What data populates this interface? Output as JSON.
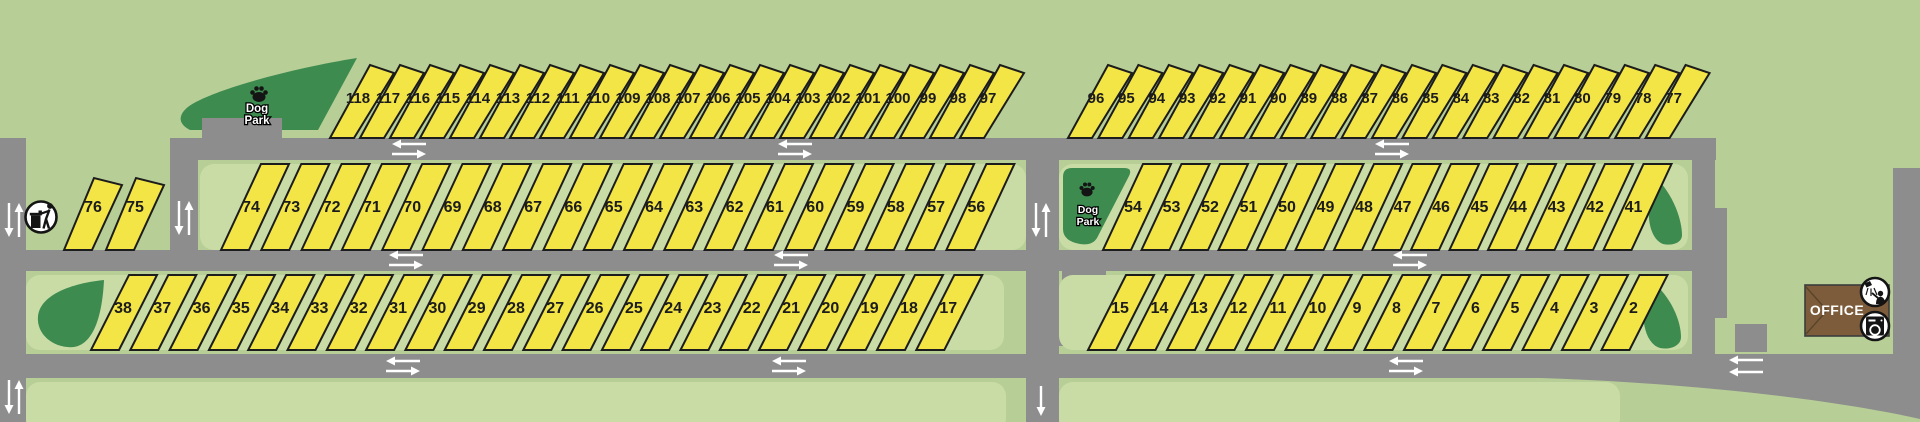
{
  "colors": {
    "bg": "#b7cf96",
    "block": "#c9dca6",
    "green-dark": "#3e8b50",
    "road": "#8d8d8d",
    "site-yellow": "#f3e545",
    "ink": "#1c1c1c",
    "office-brown": "#7d5c3b",
    "office-roof-line": "#5a4429",
    "arrow-white": "#ffffff"
  },
  "labels": {
    "dog_park_top": [
      "Dog",
      "Park"
    ],
    "dog_park_right": [
      "Dog",
      "Park"
    ],
    "office": "OFFICE"
  },
  "icons": {
    "dog_park": "paw-print-icon",
    "left_road_amenity": "litter-disposal-icon",
    "office_upper": "shower-icon",
    "office_lower": "laundry-icon",
    "roads": "traffic-direction-arrows"
  },
  "site_groups": {
    "top_left": {
      "numbers": [
        118,
        117,
        116,
        115,
        114,
        113,
        112,
        111,
        110,
        109,
        108,
        107,
        106,
        105,
        104,
        103,
        102,
        101,
        100,
        99,
        98,
        97
      ]
    },
    "top_right": {
      "numbers": [
        96,
        95,
        94,
        93,
        92,
        91,
        90,
        89,
        88,
        87,
        86,
        85,
        84,
        83,
        82,
        81,
        80,
        79,
        78,
        77
      ]
    },
    "middle_standalone": {
      "numbers": [
        76,
        75
      ]
    },
    "middle_left": {
      "numbers": [
        74,
        73,
        72,
        71,
        70,
        69,
        68,
        67,
        66,
        65,
        64,
        63,
        62,
        61,
        60,
        59,
        58,
        57,
        56
      ]
    },
    "middle_right": {
      "numbers": [
        54,
        53,
        52,
        51,
        50,
        49,
        48,
        47,
        46,
        45,
        44,
        43,
        42,
        41
      ]
    },
    "bottom_left": {
      "numbers": [
        38,
        37,
        36,
        35,
        34,
        33,
        32,
        31,
        30,
        29,
        28,
        27,
        26,
        25,
        24,
        23,
        22,
        21,
        20,
        19,
        18,
        17
      ]
    },
    "bottom_right": {
      "numbers": [
        15,
        14,
        13,
        12,
        11,
        10,
        9,
        8,
        7,
        6,
        5,
        4,
        3,
        2
      ]
    }
  }
}
